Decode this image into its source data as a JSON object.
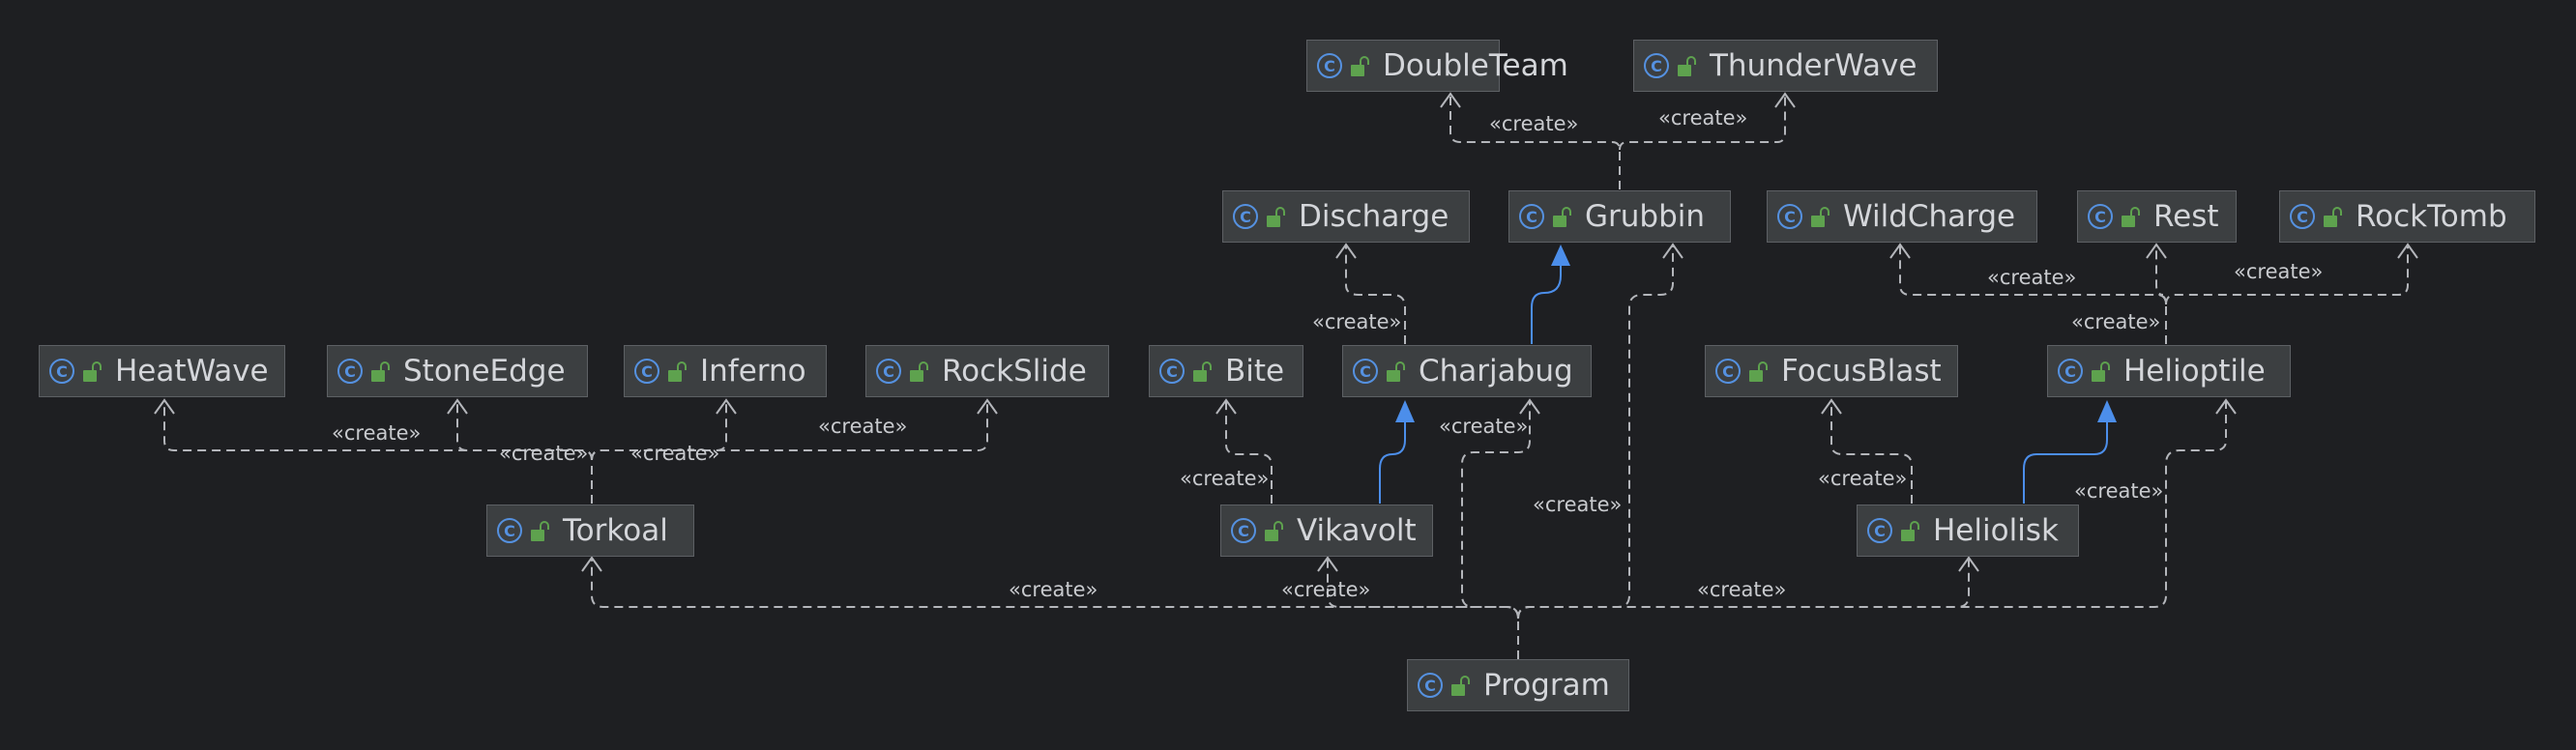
{
  "icons": {
    "class_icon": "class-c-icon",
    "visibility_icon": "public-lock-icon"
  },
  "colors": {
    "background": "#1e1f22",
    "node_fill": "#3c3f41",
    "dependency_edge": "#b4b6bb",
    "inheritance_edge": "#4c8eea",
    "class_icon": "#5591e0",
    "lock_icon": "#5ea24e"
  },
  "classes": {
    "DoubleTeam": "DoubleTeam",
    "ThunderWave": "ThunderWave",
    "Discharge": "Discharge",
    "Grubbin": "Grubbin",
    "WildCharge": "WildCharge",
    "Rest": "Rest",
    "RockTomb": "RockTomb",
    "HeatWave": "HeatWave",
    "StoneEdge": "StoneEdge",
    "Inferno": "Inferno",
    "RockSlide": "RockSlide",
    "Bite": "Bite",
    "Charjabug": "Charjabug",
    "FocusBlast": "FocusBlast",
    "Helioptile": "Helioptile",
    "Torkoal": "Torkoal",
    "Vikavolt": "Vikavolt",
    "Heliolisk": "Heliolisk",
    "Program": "Program"
  },
  "edge_label": "«create»",
  "relations": [
    {
      "from": "Grubbin",
      "to": "DoubleTeam",
      "kind": "create"
    },
    {
      "from": "Grubbin",
      "to": "ThunderWave",
      "kind": "create"
    },
    {
      "from": "Charjabug",
      "to": "Discharge",
      "kind": "create"
    },
    {
      "from": "Charjabug",
      "to": "Grubbin",
      "kind": "extends"
    },
    {
      "from": "Helioptile",
      "to": "WildCharge",
      "kind": "create"
    },
    {
      "from": "Helioptile",
      "to": "Rest",
      "kind": "create"
    },
    {
      "from": "Helioptile",
      "to": "RockTomb",
      "kind": "create"
    },
    {
      "from": "Torkoal",
      "to": "HeatWave",
      "kind": "create"
    },
    {
      "from": "Torkoal",
      "to": "StoneEdge",
      "kind": "create"
    },
    {
      "from": "Torkoal",
      "to": "Inferno",
      "kind": "create"
    },
    {
      "from": "Torkoal",
      "to": "RockSlide",
      "kind": "create"
    },
    {
      "from": "Vikavolt",
      "to": "Bite",
      "kind": "create"
    },
    {
      "from": "Vikavolt",
      "to": "Charjabug",
      "kind": "extends"
    },
    {
      "from": "Heliolisk",
      "to": "FocusBlast",
      "kind": "create"
    },
    {
      "from": "Heliolisk",
      "to": "Helioptile",
      "kind": "extends"
    },
    {
      "from": "Program",
      "to": "Torkoal",
      "kind": "create"
    },
    {
      "from": "Program",
      "to": "Vikavolt",
      "kind": "create"
    },
    {
      "from": "Program",
      "to": "Heliolisk",
      "kind": "create"
    },
    {
      "from": "Program",
      "to": "Charjabug",
      "kind": "create"
    },
    {
      "from": "Program",
      "to": "Grubbin",
      "kind": "create"
    },
    {
      "from": "Program",
      "to": "Helioptile",
      "kind": "create"
    }
  ]
}
